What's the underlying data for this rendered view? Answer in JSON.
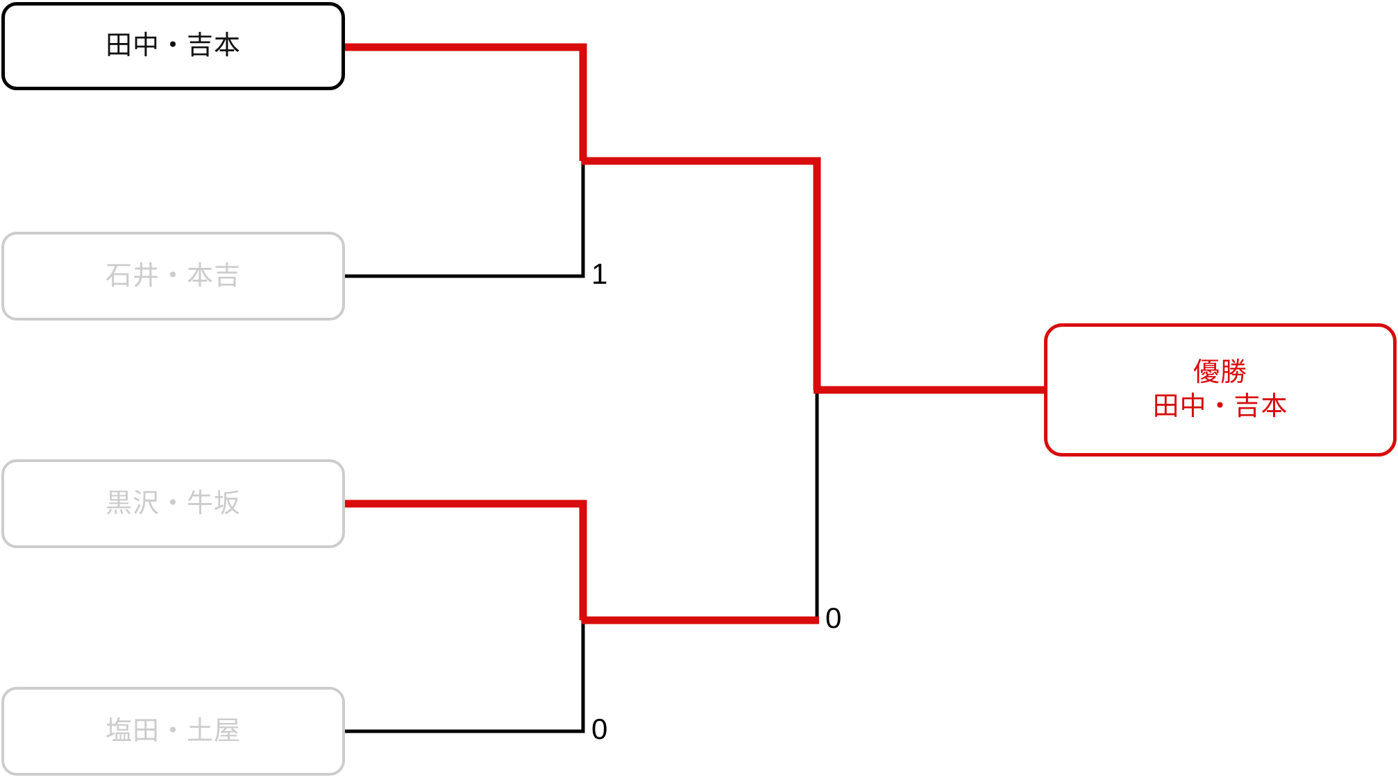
{
  "diagram": {
    "type": "single-elimination-tournament-bracket",
    "title": "",
    "colors": {
      "winner_path": "#d80c0c",
      "loser_path": "#000000",
      "active_box_border": "#000000",
      "inactive_box_border": "#cccccc",
      "inactive_text": "#cccccc",
      "champion": "#d80c0c",
      "background": "#ffffff"
    }
  },
  "teams": [
    {
      "id": "t1",
      "label": "田中・吉本",
      "state": "active"
    },
    {
      "id": "t2",
      "label": "石井・本吉",
      "state": "inactive"
    },
    {
      "id": "t3",
      "label": "黒沢・牛坂",
      "state": "inactive"
    },
    {
      "id": "t4",
      "label": "塩田・土屋",
      "state": "inactive"
    }
  ],
  "champion_box": {
    "heading": "優勝",
    "name": "田中・吉本",
    "label": "優勝\n田中・吉本"
  },
  "scores": [
    {
      "id": "semifinal-top-score",
      "value": "1"
    },
    {
      "id": "final-score",
      "value": "0"
    },
    {
      "id": "semifinal-bottom-score",
      "value": "0"
    }
  ],
  "matches": [
    {
      "round": "semifinal",
      "position": "top",
      "competitors": [
        "田中・吉本",
        "石井・本吉"
      ],
      "winner": "田中・吉本",
      "loser_score": "1"
    },
    {
      "round": "semifinal",
      "position": "bottom",
      "competitors": [
        "黒沢・牛坂",
        "塩田・土屋"
      ],
      "winner": "黒沢・牛坂",
      "loser_score": "0"
    },
    {
      "round": "final",
      "position": "center",
      "competitors": [
        "田中・吉本",
        "黒沢・牛坂"
      ],
      "winner": "田中・吉本",
      "loser_score": "0"
    }
  ]
}
